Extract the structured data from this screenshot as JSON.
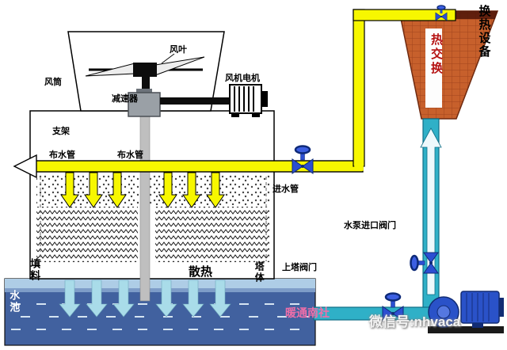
{
  "diagram": {
    "labels": {
      "fan_blade": "风叶",
      "wind_duct": "风筒",
      "fan_motor": "风机电机",
      "reducer": "减速器",
      "support": "支架",
      "water_pipe_left": "布水管",
      "water_pipe_right": "布水管",
      "inlet_pipe": "进水管",
      "fill": "填料",
      "heat_dissipation": "散热",
      "tower_body": "塔体",
      "upper_tower_valve": "上塔阀门",
      "pump_inlet_valve": "水泵进口阀门",
      "water_pool": "水池",
      "heat_exchange_equipment": "换热设备",
      "heat_exchanger": "热交换"
    },
    "watermark": {
      "brand": "暖通南社",
      "wechat": "微信号:nhvaca"
    },
    "colors": {
      "hot_pipe": "#f7f700",
      "cold_pipe": "#2fb0c7",
      "exchanger": "#c7602c",
      "valve": "#2c4fd2",
      "pool": "#41619f",
      "pump": "#2a52c8",
      "watermark_pink": "#f06ea9"
    }
  }
}
